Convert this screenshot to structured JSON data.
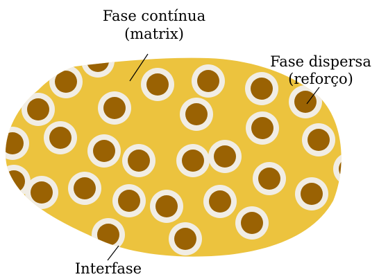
{
  "labels": {
    "continuous_phase": {
      "line1": "Fase contínua",
      "line2": "(matrix)"
    },
    "dispersed_phase": {
      "line1": "Fase dispersa",
      "line2": "(reforço)"
    },
    "interphase": "Interfase"
  },
  "colors": {
    "matrix": "#ecc33e",
    "interface_ring": "#f1ede4",
    "particle": "#9a6203",
    "leader_line": "#000000"
  },
  "particle_count": 29
}
